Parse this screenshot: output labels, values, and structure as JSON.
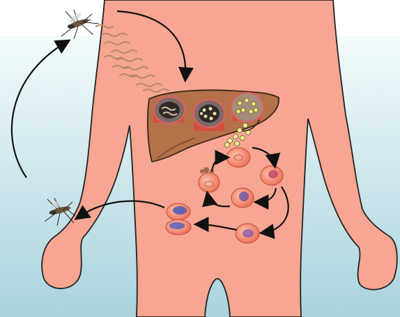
{
  "diagram": {
    "title": "",
    "colors": {
      "background_top": "#f3fbfc",
      "background_bottom": "#a9d3dc",
      "skin": "#f6a692",
      "skin_outline": "#222222",
      "liver": "#b4714a",
      "liver_dark": "#8a4f30",
      "cell": "#ee7a63",
      "parasite": "#5a5fb8",
      "merozoite": "#f2ef7a",
      "arrow": "#111111"
    },
    "stages": [
      {
        "name": "mosquito-bite-sporozoite-injection",
        "icon": "mosquito-icon"
      },
      {
        "name": "sporozoites-in-bloodstream",
        "icon": "sporozoite-icon"
      },
      {
        "name": "liver-cell-infection",
        "icon": "hepatocyte-icon"
      },
      {
        "name": "liver-schizont",
        "icon": "schizont-icon"
      },
      {
        "name": "merozoite-release",
        "icon": "merozoite-icon"
      },
      {
        "name": "red-blood-cell-cycle",
        "icon": "rbc-icon"
      },
      {
        "name": "gametocytes",
        "icon": "gametocyte-icon"
      },
      {
        "name": "mosquito-blood-meal",
        "icon": "mosquito-icon"
      }
    ]
  }
}
